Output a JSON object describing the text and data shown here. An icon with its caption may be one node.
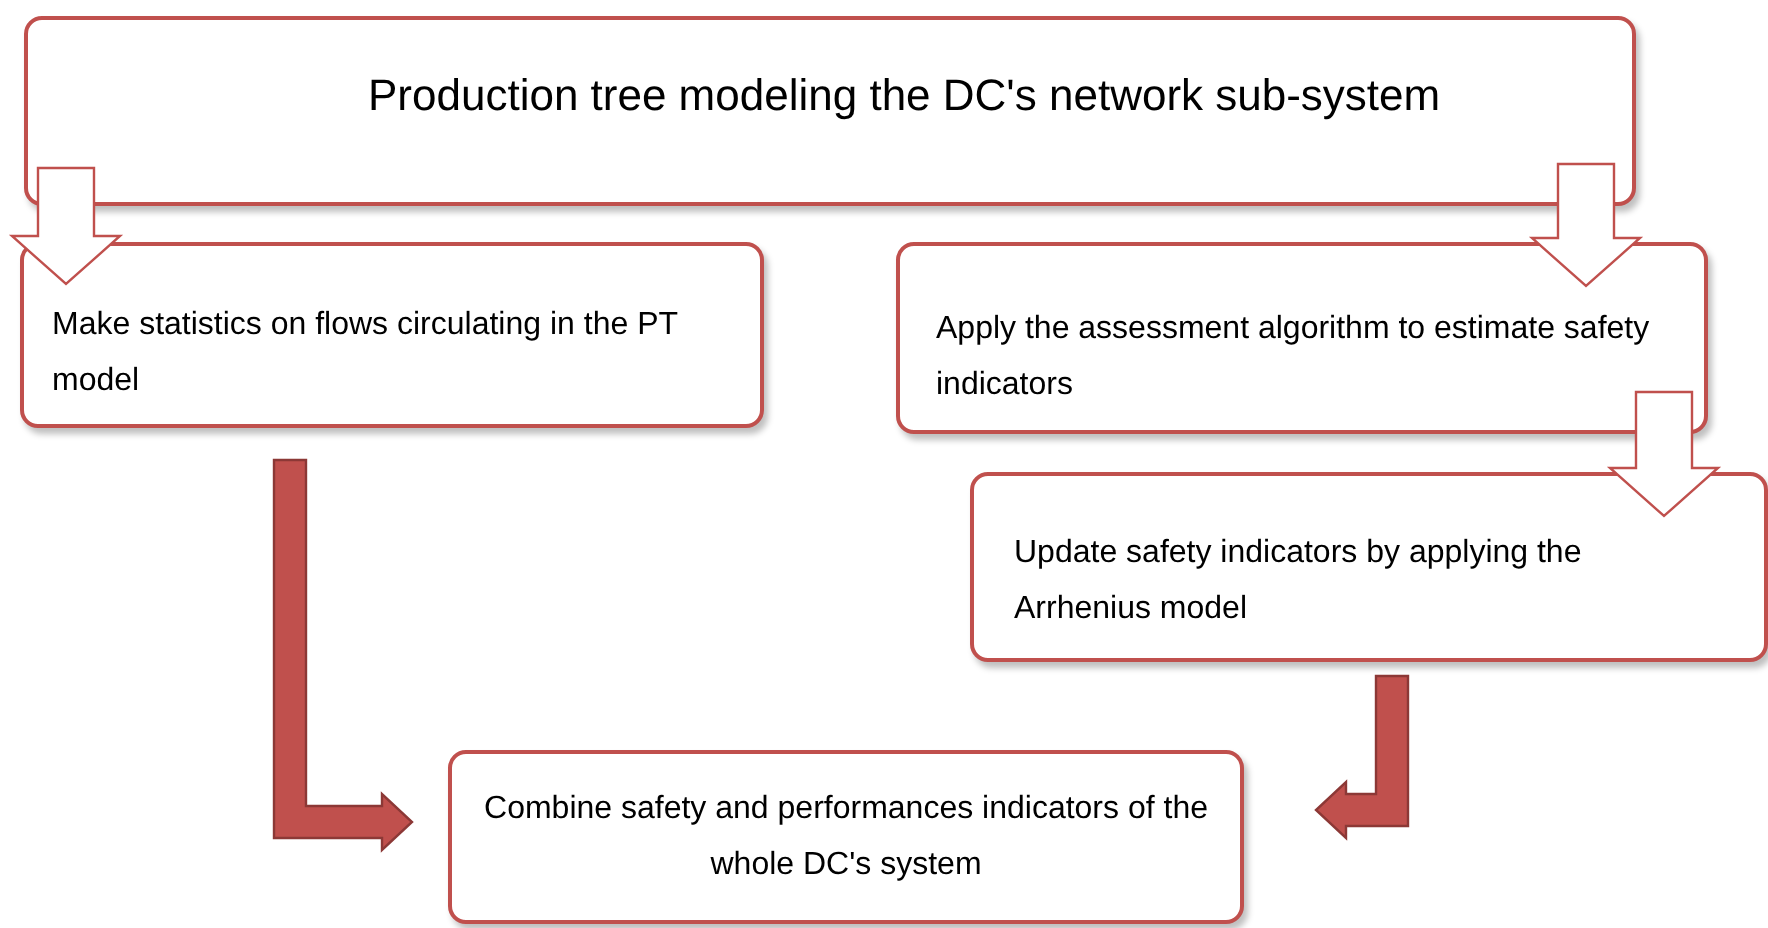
{
  "diagram": {
    "nodes": [
      {
        "text": [
          "Production tree modeling the DC's network sub-system"
        ]
      },
      {
        "text": [
          "Make statistics on flows circulating in the PT model"
        ]
      },
      {
        "text": [
          "Apply the assessment algorithm to estimate safety indicators"
        ]
      },
      {
        "text": [
          "Update safety indicators by applying the Arrhenius model"
        ]
      },
      {
        "text": [
          "Combine safety and performances indicators of the whole DC's system"
        ]
      }
    ],
    "edges": [
      {
        "from": 0,
        "to": 1,
        "arrow": "to"
      },
      {
        "from": 0,
        "to": 2,
        "arrow": "to"
      },
      {
        "from": 2,
        "to": 3,
        "arrow": "to"
      },
      {
        "from": 1,
        "to": 4,
        "arrow": "to",
        "style": "thick"
      },
      {
        "from": 3,
        "to": 4,
        "arrow": "to",
        "style": "thick"
      }
    ]
  }
}
